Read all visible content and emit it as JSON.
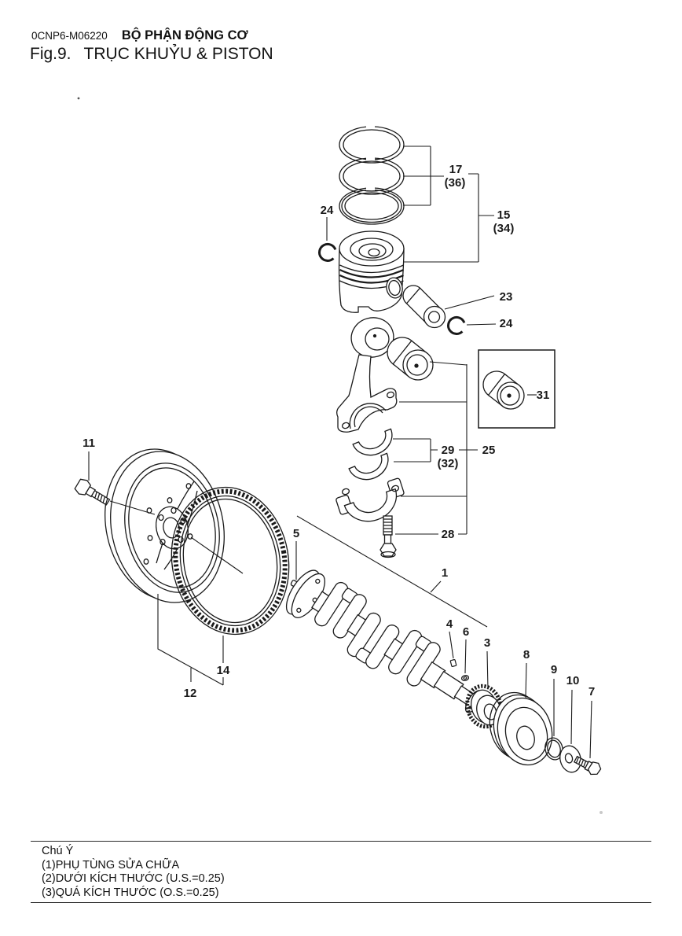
{
  "header": {
    "doc_code": "0CNP6-M06220",
    "section": "BỘ PHẬN ĐỘNG CƠ",
    "figure_no": "Fig.9.",
    "title": "TRỤC KHUỶU & PISTON"
  },
  "notes": {
    "heading": "Chú Ý",
    "items": [
      "(1)PHỤ TÙNG SỬA CHỮA",
      "(2)DƯỚI KÍCH THƯỚC (U.S.=0.25)",
      "(3)QUÁ KÍCH THƯỚC (O.S.=0.25)"
    ]
  },
  "diagram": {
    "callouts": {
      "c17": {
        "label": "17",
        "sub": "(36)"
      },
      "c15": {
        "label": "15",
        "sub": "(34)"
      },
      "c24a": {
        "label": "24"
      },
      "c23": {
        "label": "23"
      },
      "c24b": {
        "label": "24"
      },
      "c31": {
        "label": "31"
      },
      "c29": {
        "label": "29",
        "sub": "(32)"
      },
      "c25": {
        "label": "25"
      },
      "c28": {
        "label": "28"
      },
      "c11": {
        "label": "11"
      },
      "c5": {
        "label": "5"
      },
      "c1": {
        "label": "1"
      },
      "c4": {
        "label": "4"
      },
      "c6": {
        "label": "6"
      },
      "c3": {
        "label": "3"
      },
      "c8": {
        "label": "8"
      },
      "c9": {
        "label": "9"
      },
      "c10": {
        "label": "10"
      },
      "c7": {
        "label": "7"
      },
      "c14": {
        "label": "14"
      },
      "c12": {
        "label": "12"
      }
    }
  }
}
